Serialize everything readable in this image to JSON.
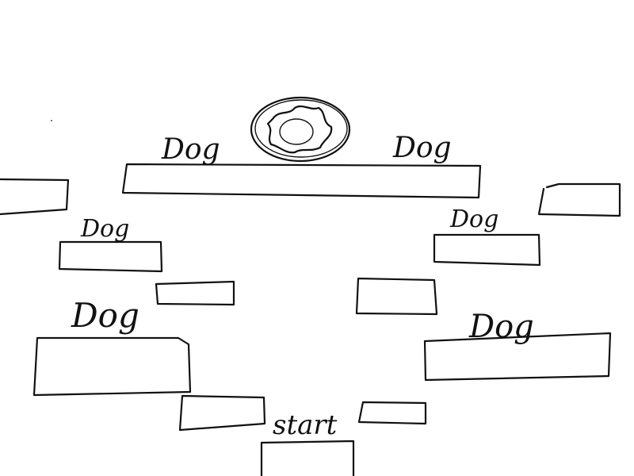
{
  "level": {
    "enemies": [
      {
        "id": "dog-1",
        "label": "Dog"
      },
      {
        "id": "dog-2",
        "label": "Dog"
      },
      {
        "id": "dog-3",
        "label": "Dog"
      },
      {
        "id": "dog-4",
        "label": "Dog"
      },
      {
        "id": "dog-5",
        "label": "Dog"
      },
      {
        "id": "dog-6",
        "label": "Dog"
      }
    ],
    "start_label": "start",
    "goal_icon": "donut-icon"
  }
}
